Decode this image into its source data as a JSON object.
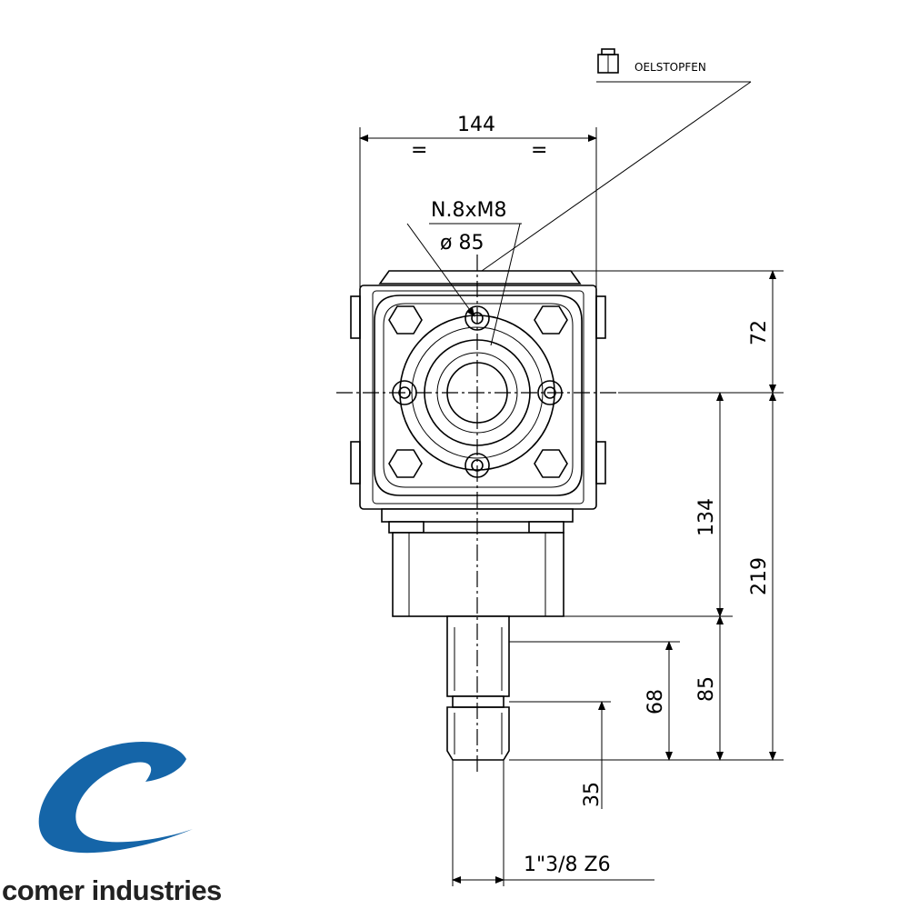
{
  "drawing": {
    "oil_plug_label": "OELSTOPFEN",
    "bolt_spec": "N.8xM8",
    "flange_diameter": "ø 85",
    "width_dim": "144",
    "equal_mark": "=",
    "dims": {
      "top_to_axis": "72",
      "axis_to_mount": "134",
      "axis_to_shaft_end": "219",
      "shaft_length": "85",
      "spline_length": "68",
      "groove_to_end": "35",
      "shaft_spec": "1\"3/8 Z6"
    }
  },
  "brand": {
    "name": "comer industries",
    "logo_color": "#1565a8"
  }
}
